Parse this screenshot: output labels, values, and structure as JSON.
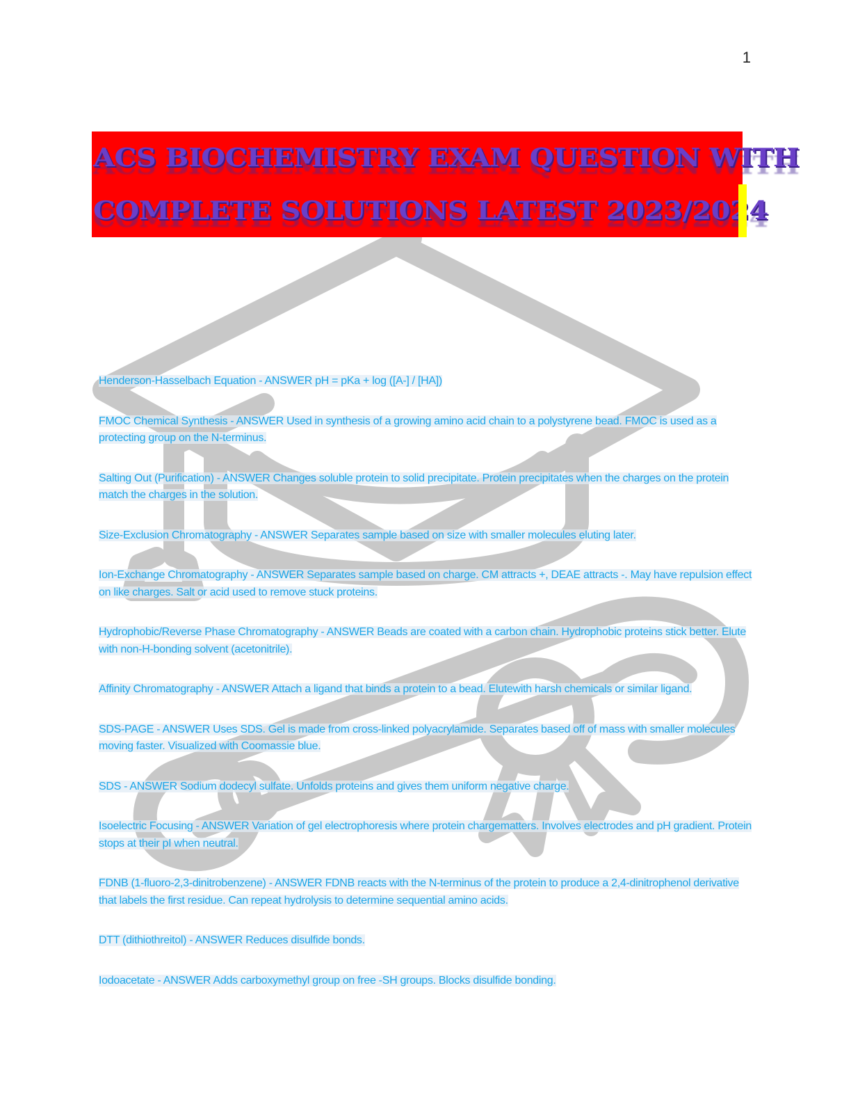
{
  "page_number": "1",
  "title": {
    "line1": "ACS BIOCHEMISTRY EXAM QUESTION WITH",
    "line2": "COMPLETE SOLUTIONS LATEST 2023/2024"
  },
  "colors": {
    "banner": "#ff0000",
    "title_text": "#6a3fc8",
    "highlight_marker": "#ffff00",
    "body_text": "#1ba5e8",
    "watermark": "#c8c8c8"
  },
  "watermark_icon": "graduation-cap-and-diploma-icon",
  "entries": [
    {
      "text": "Henderson-Hasselbach Equation - ANSWER pH = pKa + log ([A-] / [HA])"
    },
    {
      "text": "FMOC Chemical Synthesis - ANSWER Used in synthesis of a growing amino acid chain to a polystyrene bead. FMOC is used as a protecting group on the N-terminus."
    },
    {
      "text": "Salting Out (Purification) - ANSWER Changes soluble protein to solid precipitate. Protein precipitates when the charges on the protein match the charges in the solution."
    },
    {
      "text": "Size-Exclusion Chromatography - ANSWER Separates sample based on size with smaller molecules eluting later."
    },
    {
      "text": "Ion-Exchange Chromatography - ANSWER Separates sample based on charge. CM attracts +, DEAE attracts -. May have repulsion effect on like charges. Salt or acid used to remove stuck proteins."
    },
    {
      "text": "Hydrophobic/Reverse Phase Chromatography - ANSWER Beads are coated with a carbon chain. Hydrophobic proteins stick better. Elute with non-H-bonding solvent (acetonitrile)."
    },
    {
      "text": "Affinity Chromatography - ANSWER Attach a ligand that binds a protein to a bead. Elutewith harsh chemicals or similar ligand."
    },
    {
      "text": "SDS-PAGE - ANSWER Uses SDS. Gel is made from cross-linked polyacrylamide. Separates based off of mass with smaller molecules moving faster. Visualized with Coomassie blue."
    },
    {
      "text": "SDS - ANSWER Sodium dodecyl sulfate. Unfolds proteins and gives them uniform negative charge."
    },
    {
      "text": "Isoelectric Focusing - ANSWER Variation of gel electrophoresis where protein chargematters. Involves electrodes and pH gradient. Protein stops at their pI when neutral."
    },
    {
      "text": "FDNB (1-fluoro-2,3-dinitrobenzene) - ANSWER FDNB reacts with the N-terminus of the protein to produce a 2,4-dinitrophenol derivative that labels the first residue. Can repeat hydrolysis to determine sequential amino acids."
    },
    {
      "text": "DTT (dithiothreitol) - ANSWER Reduces disulfide bonds."
    },
    {
      "text": "Iodoacetate - ANSWER Adds carboxymethyl group on free -SH groups. Blocks disulfide bonding."
    }
  ]
}
